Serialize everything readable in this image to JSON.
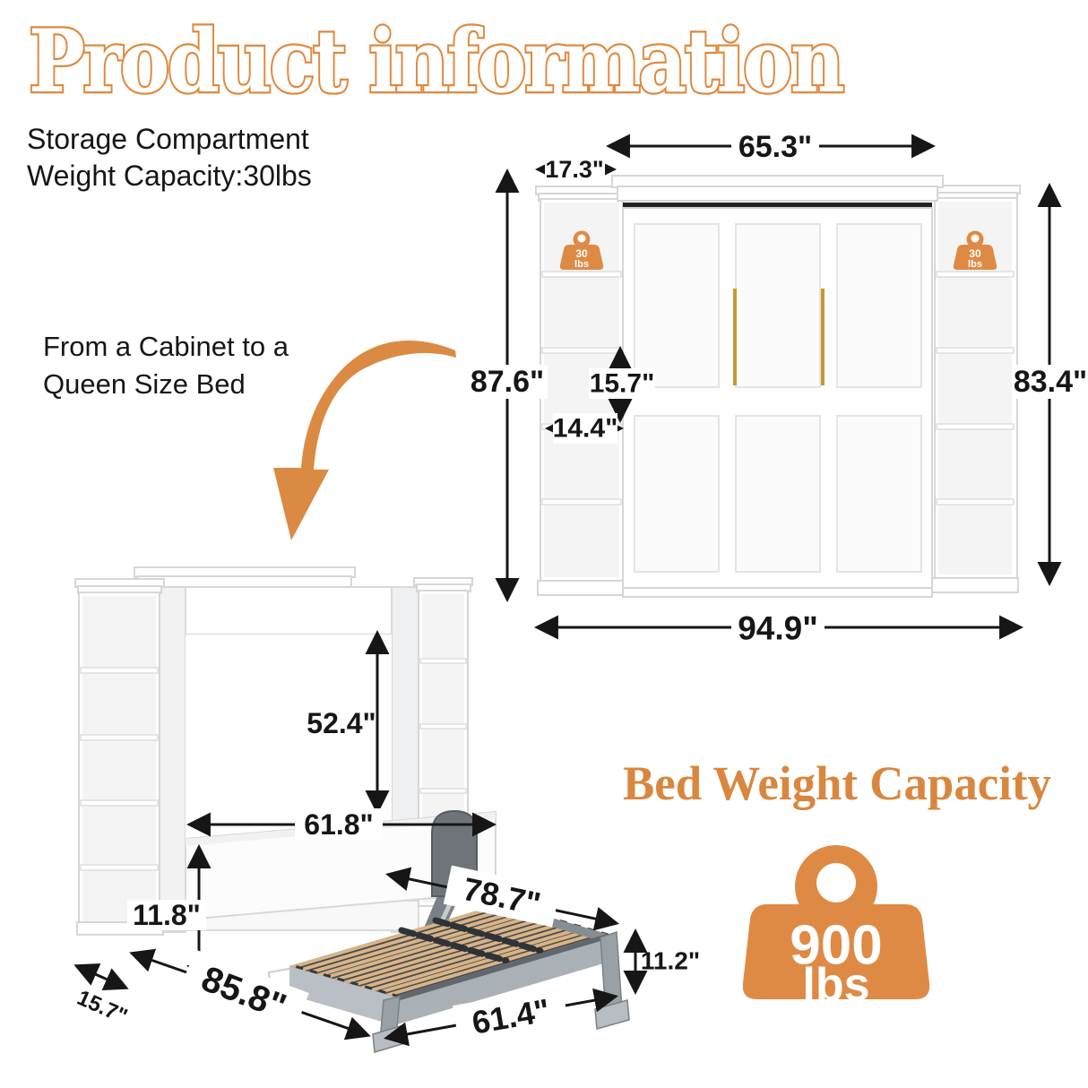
{
  "title": "Product information",
  "storage_note": {
    "line1": "Storage Compartment",
    "line2": "Weight Capacity:30lbs"
  },
  "transform_note": {
    "line1": "From a Cabinet to a",
    "line2": "Queen Size Bed"
  },
  "closed_view": {
    "badge": {
      "value": "30",
      "unit": "lbs"
    },
    "dims": {
      "top_width": "65.3\"",
      "side_width": "17.3\"",
      "total_height": "87.6\"",
      "cabinet_height": "83.4\"",
      "compartment_height": "15.7\"",
      "compartment_width": "14.4\"",
      "total_width": "94.9\""
    }
  },
  "open_view": {
    "dims": {
      "opening_height": "52.4\"",
      "opening_width": "61.8\"",
      "headboard_height": "11.8\"",
      "bed_length": "78.7\"",
      "floor_length": "85.8\"",
      "side_depth": "15.7\"",
      "bed_width": "61.4\"",
      "foot_height": "11.2\""
    }
  },
  "capacity": {
    "heading": "Bed Weight Capacity",
    "badge_value": "900",
    "badge_unit": "lbs"
  },
  "colors": {
    "accent": "#DC8A43",
    "title_stroke": "#E0883C",
    "heading_text": "#D9873F"
  }
}
